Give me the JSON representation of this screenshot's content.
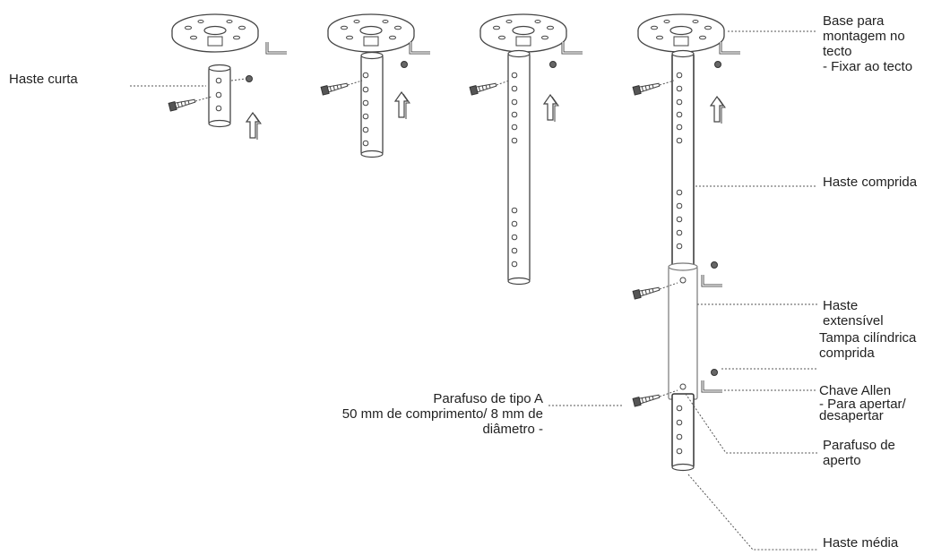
{
  "labels": {
    "haste_curta": "Haste curta",
    "base_para": "Base para",
    "montagem_no": "montagem no",
    "tecto": "tecto",
    "fixar_ao_tecto": "- Fixar ao tecto",
    "haste_comprida": "Haste comprida",
    "haste": "Haste",
    "extensivel": "extensível",
    "tampa_cilindrica": "Tampa cilíndrica",
    "comprida": "comprida",
    "chave_allen": "Chave Allen",
    "para_apertar": "- Para apertar/",
    "desapertar": "desapertar",
    "parafuso_de": "Parafuso de",
    "aperto": "aperto",
    "haste_media": "Haste média",
    "parafuso_tipo_a": "Parafuso de tipo A",
    "comprimento": "50 mm de comprimento/ 8 mm de",
    "diametro": "diâmetro -"
  },
  "colors": {
    "line": "#4a4a4a",
    "text": "#222222",
    "leader": "#555555"
  }
}
